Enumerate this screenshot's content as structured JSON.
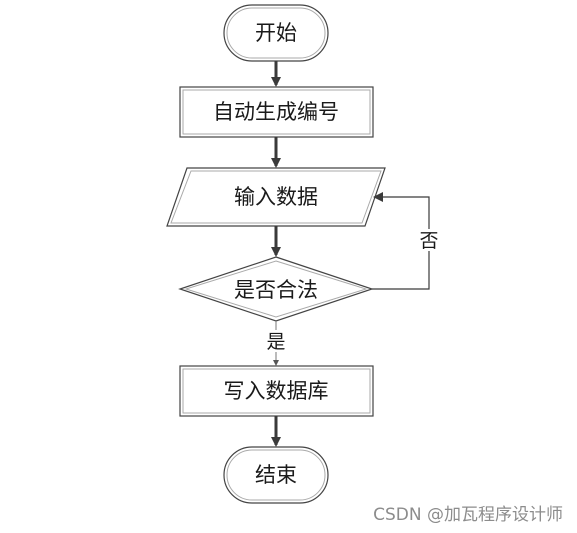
{
  "flowchart": {
    "start": "开始",
    "generate_number": "自动生成编号",
    "input_data": "输入数据",
    "is_valid": "是否合法",
    "write_db": "写入数据库",
    "end": "结束",
    "label_no": "否",
    "label_yes": "是"
  },
  "watermark": "CSDN @加瓦程序设计师"
}
